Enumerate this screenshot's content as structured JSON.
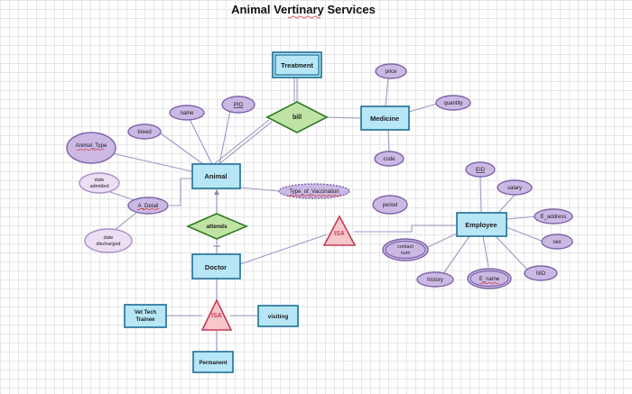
{
  "title": "Animal Vertinary Services",
  "entities": {
    "treatment": "Treatment",
    "medicine": "Medicine",
    "animal": "Animal",
    "doctor": "Doctor",
    "employee": "Employee",
    "vet_tech_trainee_line1": "Vet Tech",
    "vet_tech_trainee_line2": "Trainee",
    "visiting": "visiting",
    "permanent": "Permanent"
  },
  "relationships": {
    "bill": "bill",
    "attends": "attends"
  },
  "isa": {
    "employee_isa": "ISA",
    "doctor_isa": "ISA"
  },
  "attributes": {
    "price": "price",
    "quantity": "quantity",
    "code": "code",
    "pid": "PID",
    "name": "name",
    "breed": "breed",
    "animal_type": "Animal_Type",
    "date_admitted_line1": "date",
    "date_admitted_line2": "admitted",
    "a_detail": "A_Detail",
    "date_discharged_line1": "date",
    "date_discharged_line2": "discharged",
    "type_of_vaccination": "Type_of_Vaccination",
    "period": "period",
    "eid": "EID",
    "salary": "salary",
    "e_address": "E_address",
    "sex": "sex",
    "nid": "NID",
    "e_name": "E_name",
    "history": "history",
    "contact_num_line1": "contact",
    "contact_num_line2": "num"
  },
  "colors": {
    "entity_fill": "#b7e6f7",
    "entity_stroke": "#1e6e96",
    "attribute_fill": "#cbb9e4",
    "attribute_stroke": "#7d64a8",
    "relationship_fill": "#bfe3a4",
    "relationship_stroke": "#2f7a24",
    "isa_fill": "#f7c7cc",
    "isa_stroke": "#c63c57",
    "line": "#9a9ac4"
  }
}
